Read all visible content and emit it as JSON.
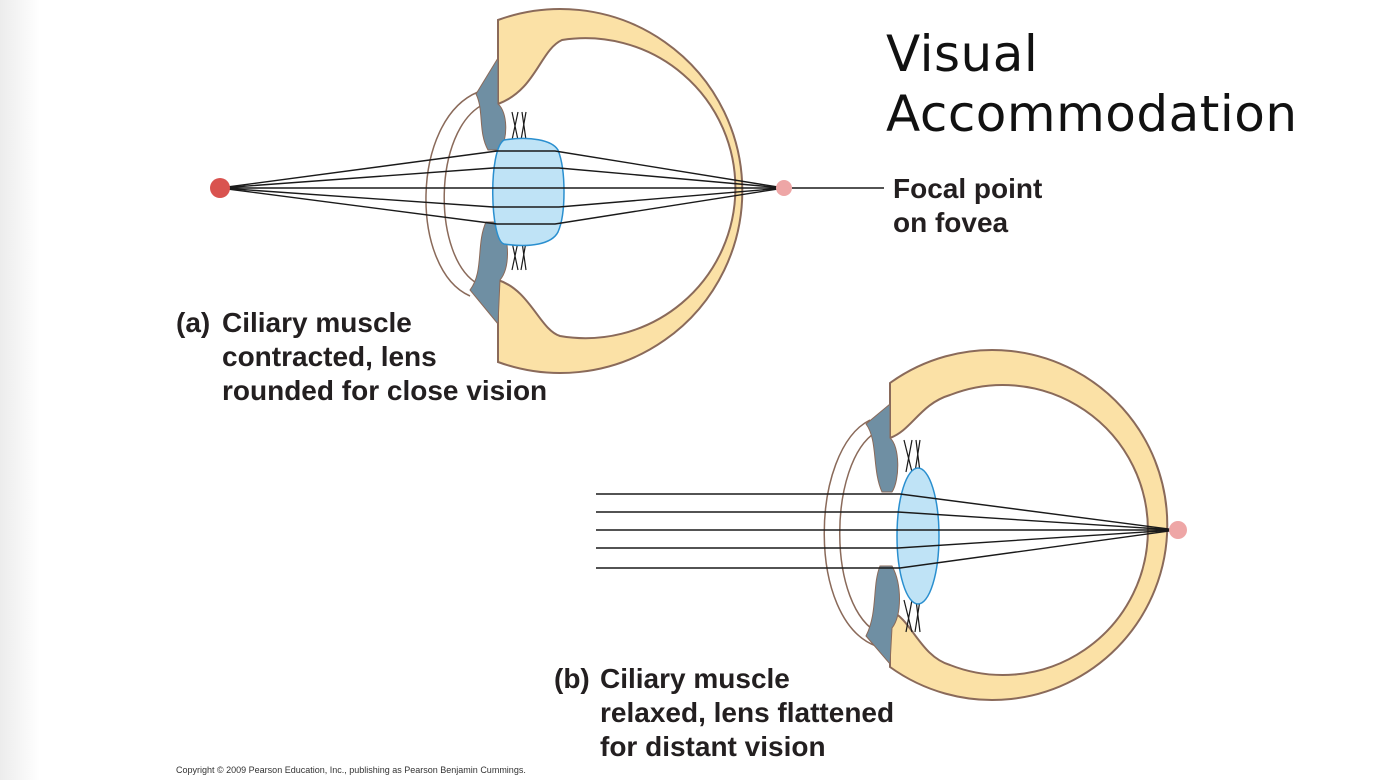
{
  "title": {
    "line1": "Visual",
    "line2": "Accommodation"
  },
  "labels": {
    "focal_point": {
      "line1": "Focal point",
      "line2": "on fovea"
    },
    "panel_a": {
      "tag": "(a)",
      "line1": "Ciliary muscle",
      "line2": "contracted, lens",
      "line3": "rounded for close vision"
    },
    "panel_b": {
      "tag": "(b)",
      "line1": "Ciliary muscle",
      "line2": "relaxed, lens flattened",
      "line3": "for distant vision"
    }
  },
  "copyright": "Copyright © 2009 Pearson Education, Inc., publishing as Pearson Benjamin Cummings.",
  "colors": {
    "sclera": "#fbe1a6",
    "outline": "#8a6a5a",
    "lens_fill": "#bfe3f6",
    "lens_stroke": "#2a8fcf",
    "iris": "#6f8fa3",
    "point_source": "#d9534f",
    "focal_point": "#eea6a6",
    "ray": "#1a1a1a"
  }
}
